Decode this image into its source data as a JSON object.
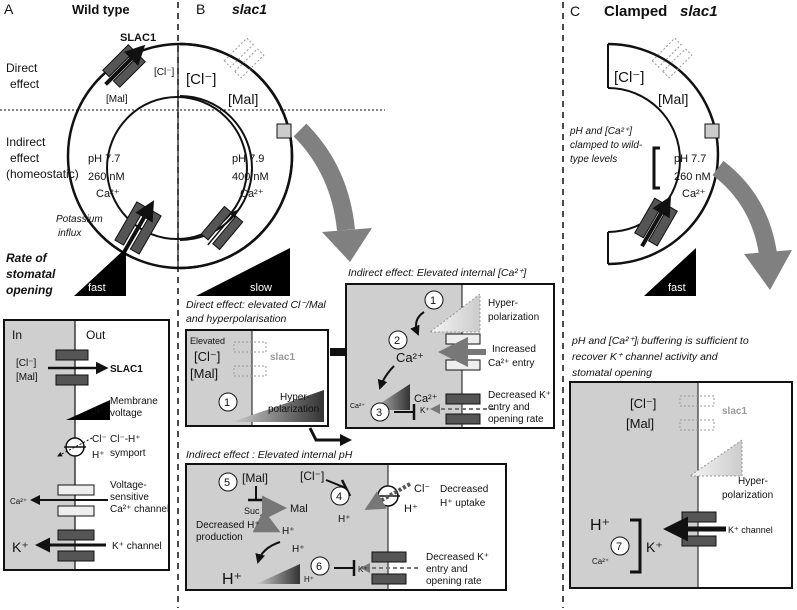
{
  "panelA": {
    "letter": "A",
    "title": "Wild type",
    "slac1": "SLAC1",
    "cl_small": "[Cl⁻]",
    "mal_small": "[Mal]",
    "direct_1": "Direct",
    "direct_2": "effect",
    "indirect_1": "Indirect",
    "indirect_2": "effect",
    "indirect_3": "(homeostatic)",
    "ph": "pH 7.7",
    "ca_conc": "260 nM",
    "ca": "Ca²⁺",
    "potassium_1": "Potassium",
    "potassium_2": "influx",
    "rate_1": "Rate of",
    "rate_2": "stomatal",
    "rate_3": "opening",
    "fast": "fast"
  },
  "legend": {
    "in": "In",
    "out": "Out",
    "cl": "[Cl⁻]",
    "mal": "[Mal]",
    "slac1": "SLAC1",
    "psi": "Ψ",
    "membrane_1": "Membrane",
    "membrane_2": "voltage",
    "cl_ion": "Cl⁻",
    "h_ion": "H⁺",
    "symport_1": "Cl⁻-H⁺",
    "symport_2": "symport",
    "ca_ion": "Ca²⁺",
    "vs_1": "Voltage-",
    "vs_2": "sensitive",
    "vs_3": "Ca²⁺ channel",
    "k_ion": "K⁺",
    "k_channel": "K⁺ channel"
  },
  "panelB": {
    "letter": "B",
    "title": "slac1",
    "cl": "[Cl⁻]",
    "mal": "[Mal]",
    "ph": "pH 7.9",
    "ca_conc": "400 nM",
    "ca": "Ca²⁺",
    "slow": "slow",
    "direct_title_1": "Direct effect: elevated Cl⁻/Mal",
    "direct_title_2": "and hyperpolarisation",
    "elevated": "Elevated",
    "box_cl": "[Cl⁻]",
    "box_mal": "[Mal]",
    "slac1_gray": "slac1",
    "hyper_1": "Hyper-",
    "hyper_2": "polarization",
    "n1": "1",
    "ca_title": "Indirect effect: Elevated internal [Ca²⁺]",
    "ca_hyper_1": "Hyper-",
    "ca_hyper_2": "polarization",
    "n1b": "1",
    "n2": "2",
    "n3": "3",
    "ca_big": "Ca²⁺",
    "ca_mid": "Ca²⁺",
    "ca_small": "Ca²⁺",
    "increased_1": "Increased",
    "increased_2": "Ca²⁺ entry",
    "k_small": "K⁺",
    "decreased_k_1": "Decreased K⁺",
    "decreased_k_2": "entry and",
    "decreased_k_3": "opening rate",
    "ph_title": "Indirect effect : Elevated internal pH",
    "n4": "4",
    "n5": "5",
    "n6": "6",
    "ph_mal": "[Mal]",
    "ph_cl": "[Cl⁻]",
    "suc": "Suc",
    "mal2": "Mal",
    "h1": "H⁺",
    "h2": "H⁺",
    "h3": "H⁺",
    "h_big": "H⁺",
    "h_small": "H⁺",
    "decreased_hprod_1": "Decreased H⁺",
    "decreased_hprod_2": "production",
    "cl_out": "Cl⁻",
    "h_out": "H⁺",
    "decreased_uptake_1": "Decreased",
    "decreased_uptake_2": "H⁺ uptake",
    "k2": "K⁺",
    "decreased_k2_1": "Decreased K⁺",
    "decreased_k2_2": "entry and",
    "decreased_k2_3": "opening rate"
  },
  "panelC": {
    "letter": "C",
    "title_1": "Clamped",
    "title_2": "slac1",
    "cl": "[Cl⁻]",
    "mal": "[Mal]",
    "clamp_1": "pH and [Ca²⁺]",
    "clamp_2": "clamped to wild-",
    "clamp_3": "type levels",
    "ph": "pH 7.7",
    "ca_conc": "260 nM",
    "ca": "Ca²⁺",
    "fast": "fast",
    "buffer_1": "pH and [Ca²⁺]ᵢ buffering is sufficient to",
    "buffer_2": "recover K⁺ channel activity  and",
    "buffer_3": "stomatal opening",
    "box_cl": "[Cl⁻]",
    "box_mal": "[Mal]",
    "slac1_gray": "slac1",
    "hyper_1": "Hyper-",
    "hyper_2": "polarization",
    "h": "H⁺",
    "n7": "7",
    "k": "K⁺",
    "k_channel": "K⁺ channel"
  }
}
